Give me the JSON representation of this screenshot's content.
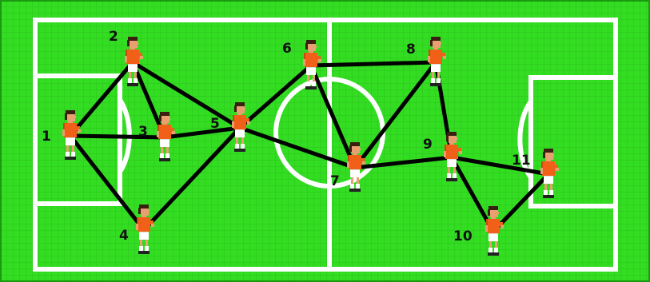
{
  "colors": {
    "grass": "#33dd22",
    "grid": "#2bc21c",
    "lines": "#ffffff",
    "passes": "#000000",
    "shirt": "#f06018",
    "shorts": "#ffffff",
    "hair": "#3a1e10",
    "skin": "#e8a070",
    "boots": "#222222"
  },
  "players": [
    {
      "id": "1",
      "label": "1"
    },
    {
      "id": "2",
      "label": "2"
    },
    {
      "id": "3",
      "label": "3"
    },
    {
      "id": "4",
      "label": "4"
    },
    {
      "id": "5",
      "label": "5"
    },
    {
      "id": "6",
      "label": "6"
    },
    {
      "id": "7",
      "label": "7"
    },
    {
      "id": "8",
      "label": "8"
    },
    {
      "id": "9",
      "label": "9"
    },
    {
      "id": "10",
      "label": "10"
    },
    {
      "id": "11",
      "label": "11"
    }
  ],
  "passes": [
    [
      "1",
      "2"
    ],
    [
      "1",
      "3"
    ],
    [
      "1",
      "4"
    ],
    [
      "2",
      "3"
    ],
    [
      "2",
      "5"
    ],
    [
      "3",
      "5"
    ],
    [
      "4",
      "5"
    ],
    [
      "5",
      "6"
    ],
    [
      "5",
      "7"
    ],
    [
      "6",
      "8"
    ],
    [
      "6",
      "7"
    ],
    [
      "7",
      "8"
    ],
    [
      "7",
      "9"
    ],
    [
      "8",
      "9"
    ],
    [
      "9",
      "10"
    ],
    [
      "9",
      "11"
    ],
    [
      "10",
      "11"
    ]
  ]
}
